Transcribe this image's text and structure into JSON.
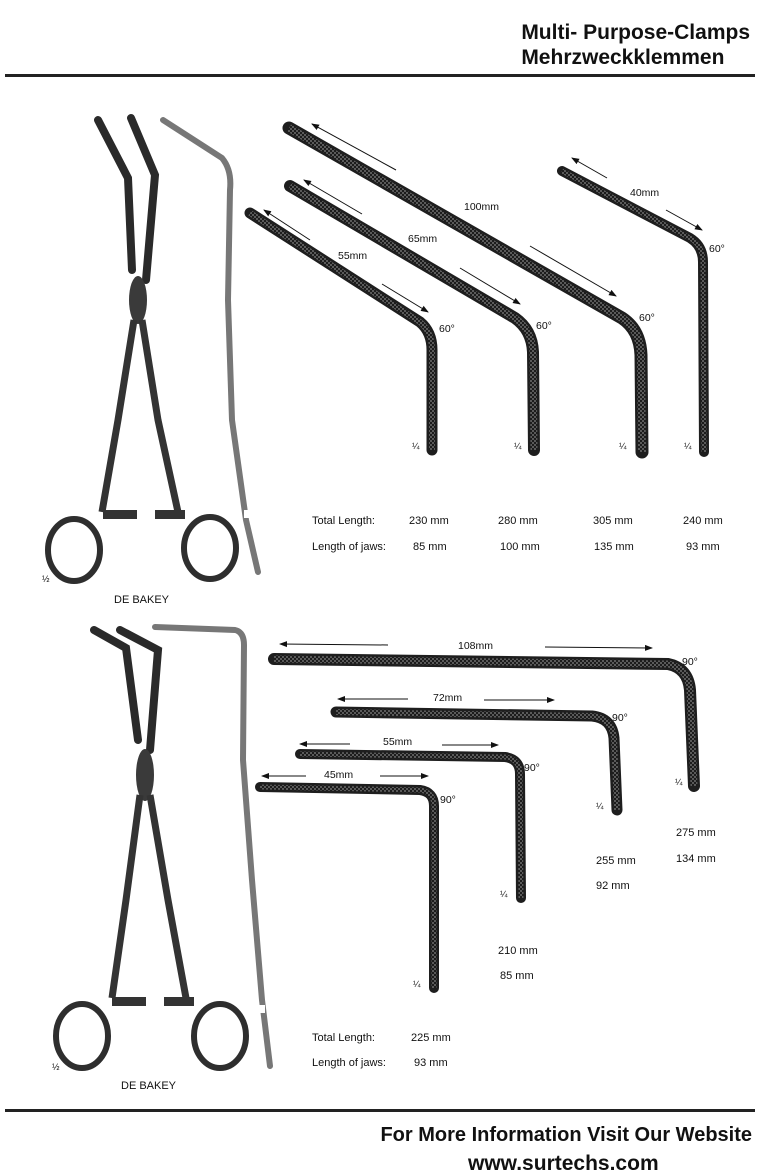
{
  "header": {
    "title_line1": "Multi- Purpose-Clamps",
    "title_line2": "Mehrzweckklemmen"
  },
  "top": {
    "instrument_name": "DE BAKEY",
    "scale": "½",
    "jaw_scale": "¼",
    "label_total": "Total Length:",
    "label_jaws": "Length of jaws:",
    "variants": [
      {
        "dim": "55mm",
        "angle": "60°",
        "total": "230 mm",
        "jaws": "85 mm"
      },
      {
        "dim": "65mm",
        "angle": "60°",
        "total": "280 mm",
        "jaws": "100 mm"
      },
      {
        "dim": "100mm",
        "angle": "60°",
        "total": "305 mm",
        "jaws": "135 mm"
      },
      {
        "dim": "40mm",
        "angle": "60°",
        "total": "240 mm",
        "jaws": "93 mm"
      }
    ]
  },
  "bottom": {
    "instrument_name": "DE BAKEY",
    "scale": "½",
    "jaw_scale": "¼",
    "label_total": "Total Length:",
    "label_jaws": "Length of jaws:",
    "variants": [
      {
        "dim": "45mm",
        "angle": "90°",
        "total": "225 mm",
        "jaws": "93 mm"
      },
      {
        "dim": "55mm",
        "angle": "90°",
        "total": "210 mm",
        "jaws": "85 mm"
      },
      {
        "dim": "72mm",
        "angle": "90°",
        "total": "255 mm",
        "jaws": "92 mm"
      },
      {
        "dim": "108mm",
        "angle": "90°",
        "total": "275 mm",
        "jaws": "134 mm"
      }
    ]
  },
  "footer": {
    "line1": "For More Information Visit Our Website",
    "line2": "www.surtechs.com"
  }
}
